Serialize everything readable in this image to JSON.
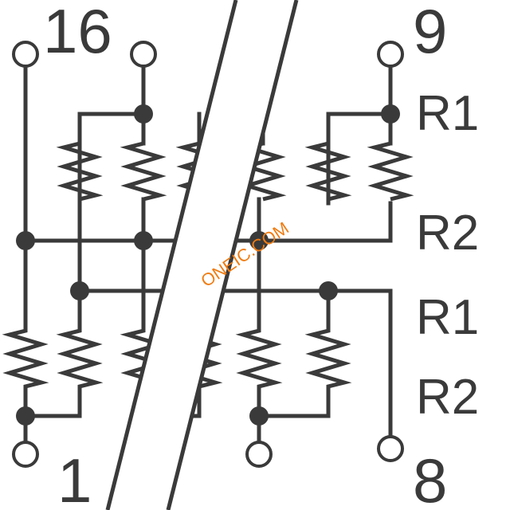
{
  "labels": {
    "pin_top_left": "16",
    "pin_top_right": "9",
    "pin_bottom_left": "1",
    "pin_bottom_right": "8",
    "net_r1_top": "R1",
    "net_r2_mid": "R2",
    "net_r1_mid": "R1",
    "net_r2_bottom": "R2"
  },
  "watermark": "ONEIC.COM",
  "colors": {
    "ink": "#3a3a3a",
    "watermark": "#f07c12",
    "background": "#ffffff"
  }
}
